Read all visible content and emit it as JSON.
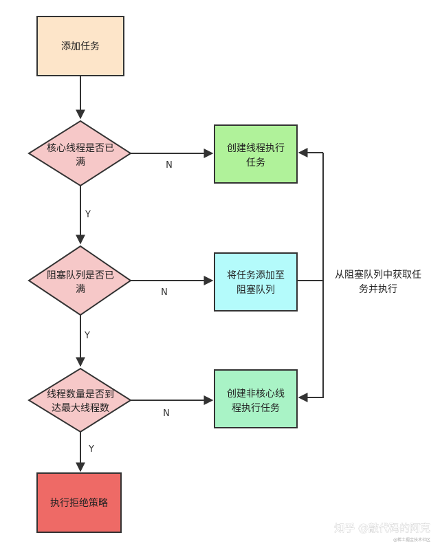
{
  "nodes": {
    "add_task": "添加任务",
    "core_full": [
      "核心线程是否已",
      "满"
    ],
    "queue_full": [
      "阻塞队列是否已",
      "满"
    ],
    "max_reached": [
      "线程数量是否到",
      "达最大线程数"
    ],
    "reject": "执行拒绝策略",
    "create_core": [
      "创建线程执行",
      "任务"
    ],
    "add_queue": [
      "将任务添加至",
      "阻塞队列"
    ],
    "create_noncore": [
      "创建非核心线",
      "程执行任务"
    ]
  },
  "labels": {
    "n1": "N",
    "n2": "N",
    "n3": "N",
    "y1": "Y",
    "y2": "Y",
    "y3": "Y",
    "fetch": [
      "从阻塞队列中获取任",
      "务并执行"
    ]
  },
  "watermark": {
    "main": "知乎 @敲代码的阿克",
    "small": "@稀土掘金技术社区"
  },
  "colors": {
    "add_task": "#fde5c9",
    "decision": "#f6c8c8",
    "create": "#b0f29a",
    "queue": "#b4fbfb",
    "noncore": "#a9f3c6",
    "reject": "#ee6a66",
    "stroke": "#333333"
  }
}
